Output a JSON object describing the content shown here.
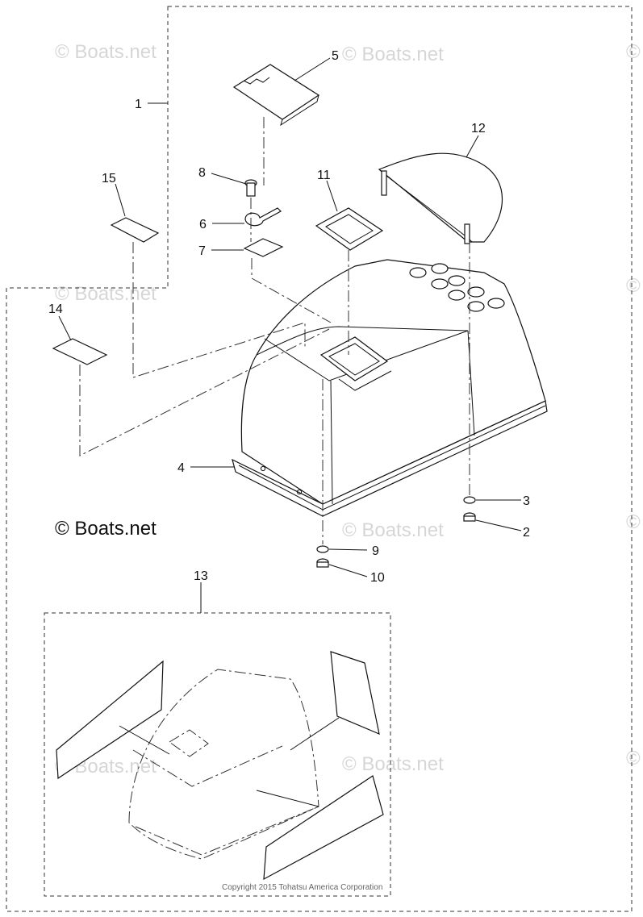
{
  "callouts": {
    "c1": "1",
    "c2": "2",
    "c3": "3",
    "c4": "4",
    "c5": "5",
    "c6": "6",
    "c7": "7",
    "c8": "8",
    "c9": "9",
    "c10": "10",
    "c11": "11",
    "c12": "12",
    "c13": "13",
    "c14": "14",
    "c15": "15"
  },
  "watermark": "© Boats.net",
  "copyright": "Copyright 2015 Tohatsu America Corporation",
  "colors": {
    "line": "#111111",
    "watermark": "#d6d6d6",
    "background": "#ffffff"
  }
}
